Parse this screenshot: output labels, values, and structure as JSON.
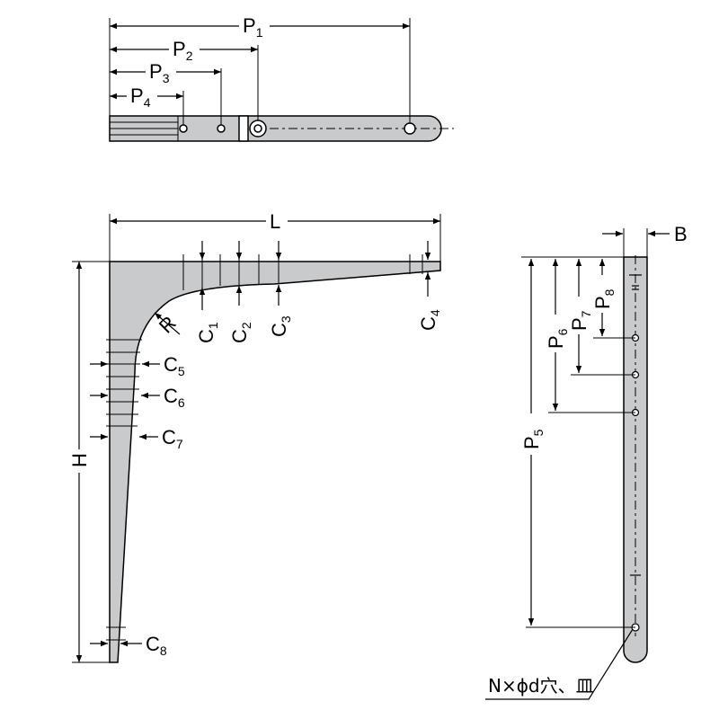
{
  "diagram": {
    "colors": {
      "line": "#000000",
      "part_fill": "#c8cacc",
      "background": "#ffffff"
    },
    "labels": {
      "p1": {
        "main": "P",
        "sub": "1"
      },
      "p2": {
        "main": "P",
        "sub": "2"
      },
      "p3": {
        "main": "P",
        "sub": "3"
      },
      "p4": {
        "main": "P",
        "sub": "4"
      },
      "p5": {
        "main": "P",
        "sub": "5"
      },
      "p6": {
        "main": "P",
        "sub": "6"
      },
      "p7": {
        "main": "P",
        "sub": "7"
      },
      "p8": {
        "main": "P",
        "sub": "8"
      },
      "l": "L",
      "h": "H",
      "b": "B",
      "r": "R",
      "c1": {
        "main": "C",
        "sub": "1"
      },
      "c2": {
        "main": "C",
        "sub": "2"
      },
      "c3": {
        "main": "C",
        "sub": "3"
      },
      "c4": {
        "main": "C",
        "sub": "4"
      },
      "c5": {
        "main": "C",
        "sub": "5"
      },
      "c6": {
        "main": "C",
        "sub": "6"
      },
      "c7": {
        "main": "C",
        "sub": "7"
      },
      "c8": {
        "main": "C",
        "sub": "8"
      },
      "hole_note": "N×ϕd穴、皿"
    }
  }
}
